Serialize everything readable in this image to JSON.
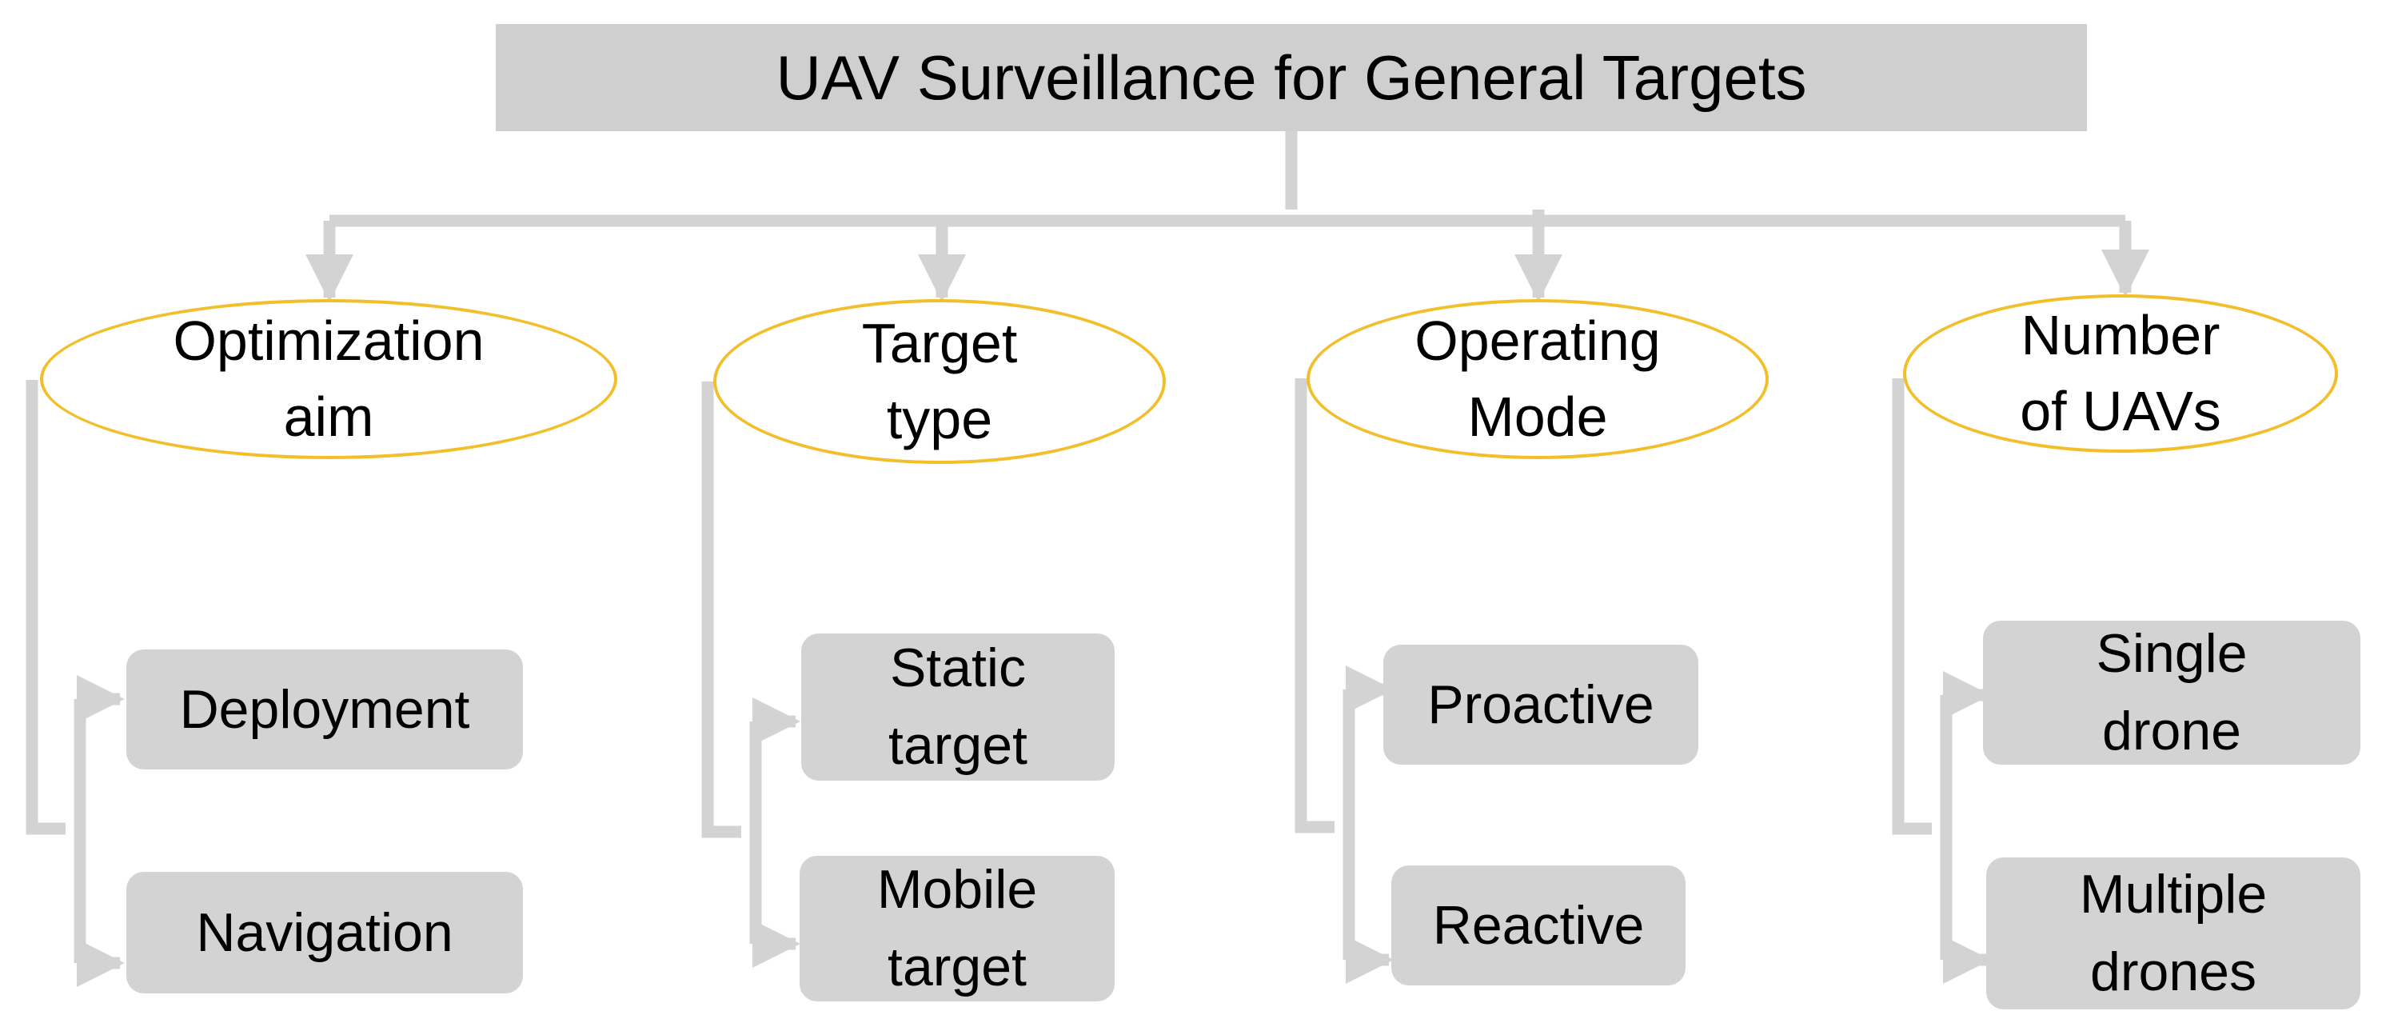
{
  "title": "UAV Surveillance for General Targets",
  "categories": [
    {
      "label_lines": [
        "Optimization",
        "aim"
      ],
      "children": [
        {
          "label_lines": [
            "Deployment"
          ]
        },
        {
          "label_lines": [
            "Navigation"
          ]
        }
      ]
    },
    {
      "label_lines": [
        "Target",
        "type"
      ],
      "children": [
        {
          "label_lines": [
            "Static",
            "target"
          ]
        },
        {
          "label_lines": [
            "Mobile",
            "target"
          ]
        }
      ]
    },
    {
      "label_lines": [
        "Operating",
        "Mode"
      ],
      "children": [
        {
          "label_lines": [
            "Proactive"
          ]
        },
        {
          "label_lines": [
            "Reactive"
          ]
        }
      ]
    },
    {
      "label_lines": [
        "Number",
        "of UAVs"
      ],
      "children": [
        {
          "label_lines": [
            "Single",
            "drone"
          ]
        },
        {
          "label_lines": [
            "Multiple",
            "drones"
          ]
        }
      ]
    }
  ],
  "colors": {
    "node_fill": "#d0d0d0",
    "ellipse_border": "#f2be2a",
    "connector": "#d3d3d3"
  }
}
